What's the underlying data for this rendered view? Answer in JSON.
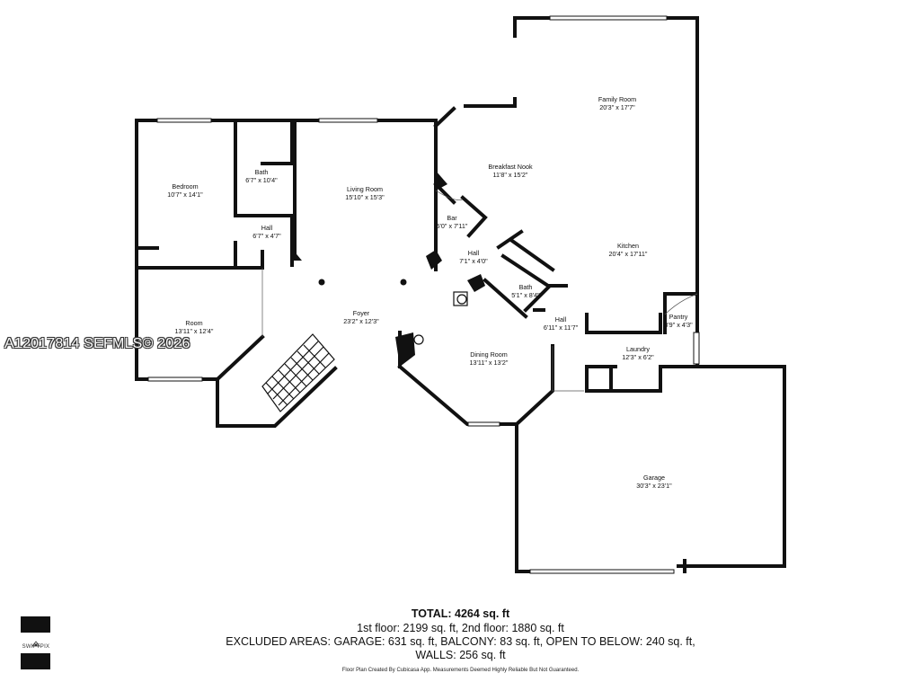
{
  "watermark": "A12017814  SEFMLS© 2026",
  "rooms": [
    {
      "id": "family-room",
      "name": "Family Room",
      "dims": "20'3\" x 17'7\""
    },
    {
      "id": "breakfast-nook",
      "name": "Breakfast Nook",
      "dims": "11'8\" x 15'2\""
    },
    {
      "id": "bedroom",
      "name": "Bedroom",
      "dims": "10'7\" x 14'1\""
    },
    {
      "id": "bath-upper",
      "name": "Bath",
      "dims": "6'7\" x 10'4\""
    },
    {
      "id": "living-room",
      "name": "Living Room",
      "dims": "15'10\" x 15'3\""
    },
    {
      "id": "bar",
      "name": "Bar",
      "dims": "5'0\" x 7'11\""
    },
    {
      "id": "hall-small",
      "name": "Hall",
      "dims": "6'7\" x 4'7\""
    },
    {
      "id": "hall-mid",
      "name": "Hall",
      "dims": "7'1\" x 4'0\""
    },
    {
      "id": "kitchen",
      "name": "Kitchen",
      "dims": "20'4\" x 17'11\""
    },
    {
      "id": "bath-lower",
      "name": "Bath",
      "dims": "5'1\" x 8'4\""
    },
    {
      "id": "foyer",
      "name": "Foyer",
      "dims": "23'2\" x 12'3\""
    },
    {
      "id": "room",
      "name": "Room",
      "dims": "13'11\" x 12'4\""
    },
    {
      "id": "pantry",
      "name": "Pantry",
      "dims": "3'9\" x 4'3\""
    },
    {
      "id": "hall-right",
      "name": "Hall",
      "dims": "6'11\" x 11'7\""
    },
    {
      "id": "laundry",
      "name": "Laundry",
      "dims": "12'3\" x 6'2\""
    },
    {
      "id": "dining-room",
      "name": "Dining Room",
      "dims": "13'11\" x 13'2\""
    },
    {
      "id": "garage",
      "name": "Garage",
      "dims": "30'3\" x 23'1\""
    }
  ],
  "summary": {
    "total": "TOTAL: 4264 sq. ft",
    "line1": "1st floor: 2199 sq. ft, 2nd floor: 1880 sq. ft",
    "line2": "EXCLUDED AREAS: GARAGE: 631 sq. ft, BALCONY: 83 sq. ft, OPEN TO BELOW: 240 sq. ft,",
    "line3": "WALLS: 256 sq. ft"
  },
  "credit": "Floor Plan Created By Cubicasa App. Measurements Deemed Highly Reliable But Not Guaranteed.",
  "logo": {
    "brand": "SWIFTPIX"
  },
  "colors": {
    "wall": "#111111",
    "window": "#cccccc",
    "background": "#ffffff"
  }
}
